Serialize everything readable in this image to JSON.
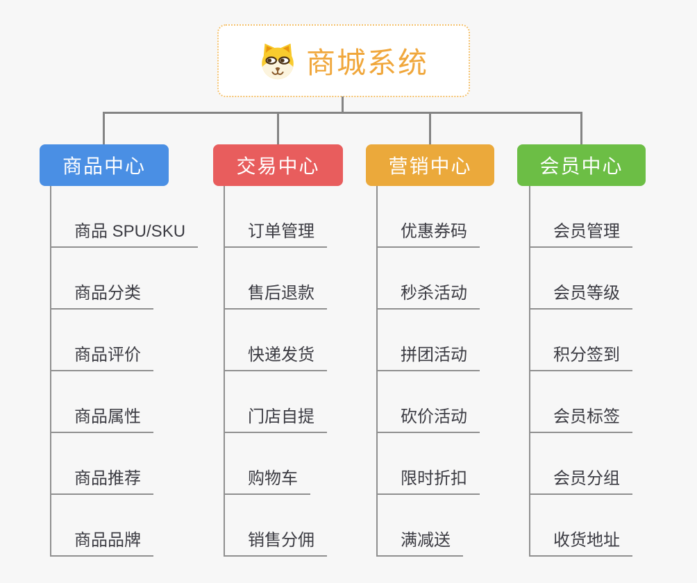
{
  "app": {
    "background_color": "#f7f7f7",
    "connector_color": "#848484"
  },
  "root": {
    "label": "商城系统",
    "icon": "dog-face-icon",
    "text_color": "#f0a73c",
    "border_color": "#f4c06a"
  },
  "branches": [
    {
      "label": "商品中心",
      "color": "#4a8fe4",
      "items": [
        "商品 SPU/SKU",
        "商品分类",
        "商品评价",
        "商品属性",
        "商品推荐",
        "商品品牌"
      ]
    },
    {
      "label": "交易中心",
      "color": "#e85d5d",
      "items": [
        "订单管理",
        "售后退款",
        "快递发货",
        "门店自提",
        "购物车",
        "销售分佣"
      ]
    },
    {
      "label": "营销中心",
      "color": "#eba93b",
      "items": [
        "优惠券码",
        "秒杀活动",
        "拼团活动",
        "砍价活动",
        "限时折扣",
        "满减送"
      ]
    },
    {
      "label": "会员中心",
      "color": "#6cbe45",
      "items": [
        "会员管理",
        "会员等级",
        "积分签到",
        "会员标签",
        "会员分组",
        "收货地址"
      ]
    }
  ]
}
